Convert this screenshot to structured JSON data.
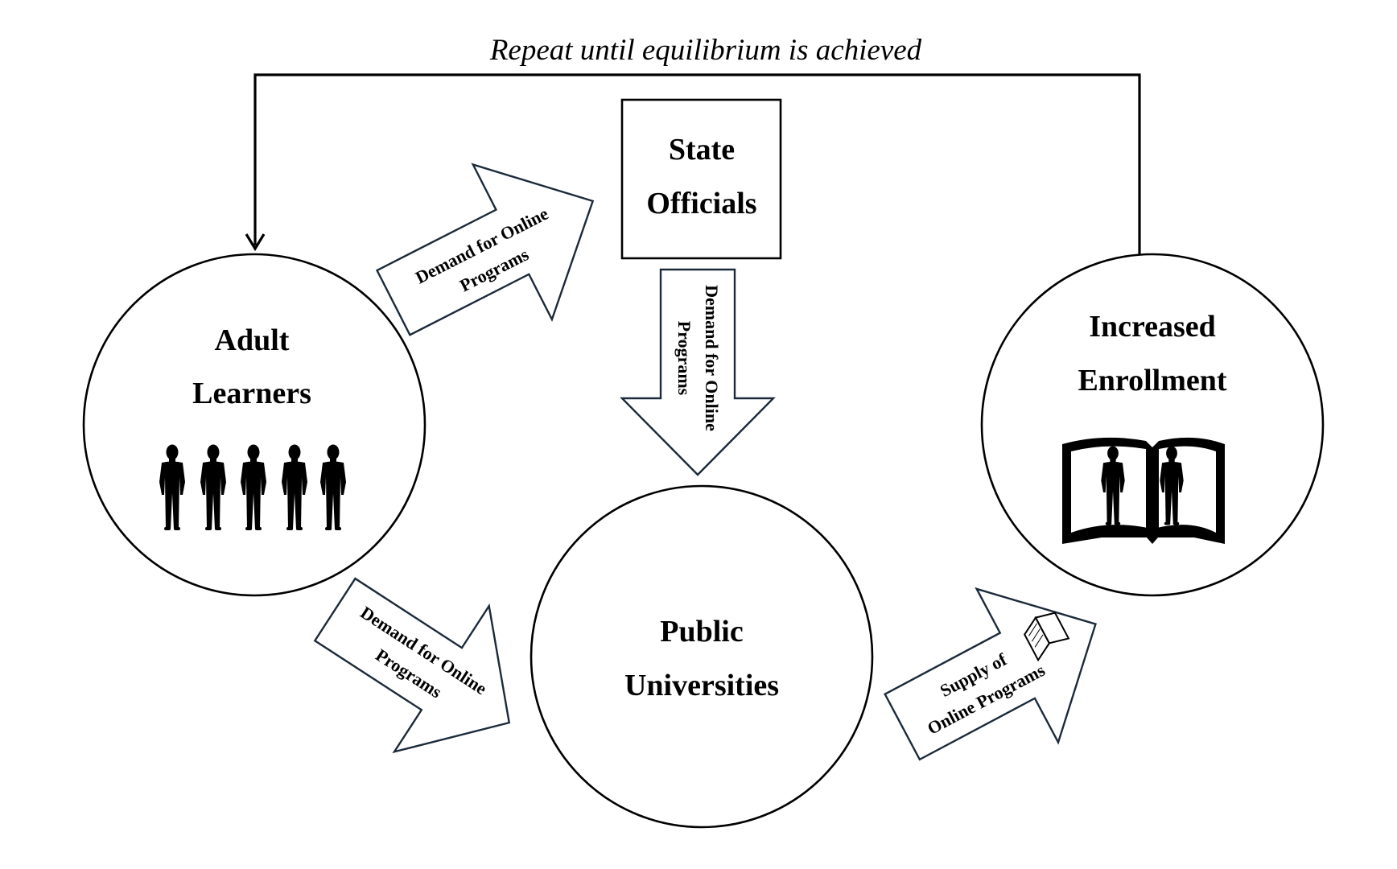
{
  "loop": {
    "label": "Repeat until equilibrium is achieved"
  },
  "nodes": {
    "state_officials": {
      "line1": "State",
      "line2": "Officials"
    },
    "adult_learners": {
      "line1": "Adult",
      "line2": "Learners"
    },
    "public_universities": {
      "line1": "Public",
      "line2": "Universities"
    },
    "increased_enrollment": {
      "line1": "Increased",
      "line2": "Enrollment"
    }
  },
  "arrows": {
    "learners_to_officials": {
      "line1": "Demand for Online",
      "line2": "Programs"
    },
    "officials_to_universities": {
      "line1": "Demand for Online",
      "line2": "Programs"
    },
    "learners_to_universities": {
      "line1": "Demand for Online",
      "line2": "Programs"
    },
    "universities_to_enrollment": {
      "line1": "Supply of",
      "line2": "Online Programs"
    }
  },
  "icons": {
    "people": "people-group-icon",
    "book": "open-book-icon",
    "small_book": "small-book-icon"
  },
  "colors": {
    "stroke": "#000000",
    "arrow_stroke": "#1b2a3a",
    "fill": "#ffffff"
  }
}
